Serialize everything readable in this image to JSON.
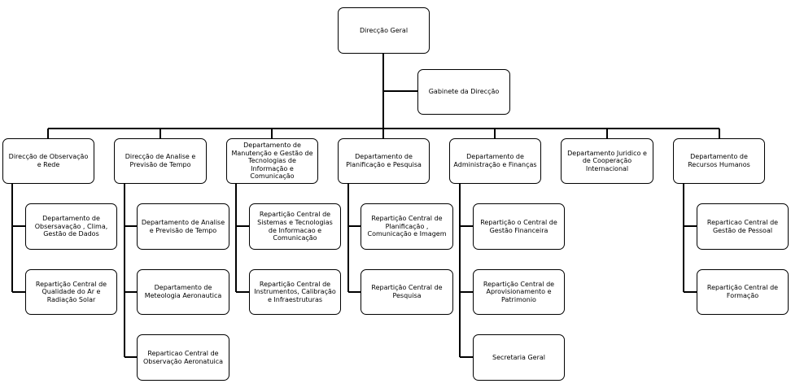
{
  "org": {
    "root": "Direcção Geral",
    "cabinet": "Gabinete  da Direcção",
    "departments": [
      {
        "title": "Direcção de Observação  e Rede",
        "units": [
          "Departamento  de Obsersavação  , Clima, Gestão  de Dados",
          "Repartição  Central de Qualidade do Ar e Radiação Solar"
        ]
      },
      {
        "title": "Direcção de Analise e Previsão de Tempo",
        "units": [
          "Departamento  de Analise e Previsão de Tempo",
          "Departamento  de Meteologia Aeronautica",
          "Reparticao  Central  de Observação  Aeronatuica"
        ]
      },
      {
        "title": "Departamento  de Manutenção  e Gestão  de Tecnologias  de Informação  e Comunicação",
        "units": [
          "Repartição  Central de Sistemas e Tecnologias  de Informacao  e Comunicação",
          "Repartição  Central  de Instrumentos, Calibração  e Infraestruturas"
        ]
      },
      {
        "title": "Departamento  de Planificação e Pesquisa",
        "units": [
          "Repartição  Central  de Planificação , Comunicação e Imagem",
          "Repartição  Central  de Pesquisa"
        ]
      },
      {
        "title": "Departamento  de Administração  e Finanças",
        "units": [
          "Repartição  o Central  de Gestão Financeira",
          "Repartição  Central  de Aprovisionamento  e Patrimonio",
          "Secretaria  Geral"
        ]
      },
      {
        "title": "Departamento  Juridico e de Cooperação  Internacional",
        "units": []
      },
      {
        "title": "Departamento  de Recursos Humanos",
        "units": [
          "Reparticao  Central  de Gestão de Pessoal",
          "Repartição  Central  de Formação"
        ]
      }
    ]
  }
}
